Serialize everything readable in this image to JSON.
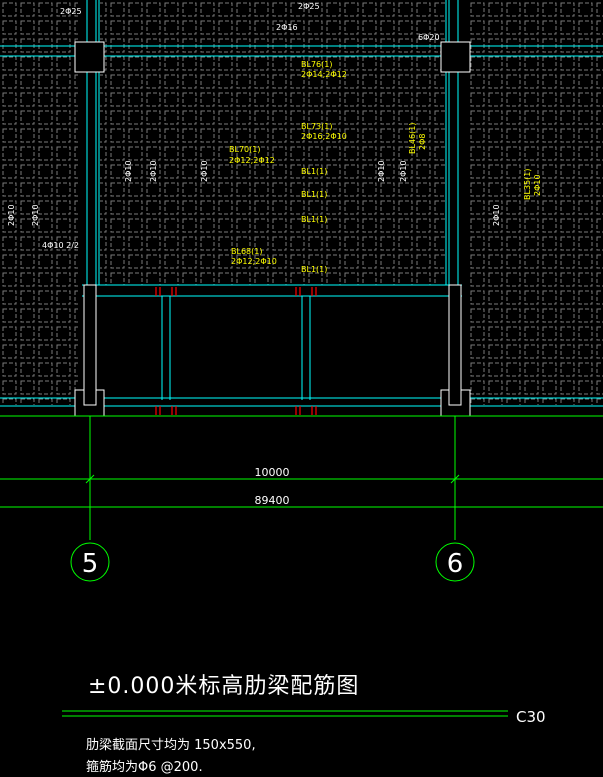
{
  "drawing": {
    "title": "±0.000米标高肋梁配筋图",
    "concrete_grade": "C30",
    "notes": [
      "肋梁截面尺寸均为 150x550,",
      "箍筋均为Φ6 @200."
    ],
    "colors": {
      "background": "#000000",
      "grid_line": "#00ff00",
      "beam_line": "#00ffff",
      "mesh": "#808080",
      "label": "#ffff00",
      "text": "#ffffff",
      "rebar_mark": "#ff0000"
    },
    "grid_axes": [
      {
        "id": "axis-5",
        "label": "5"
      },
      {
        "id": "axis-6",
        "label": "6"
      }
    ],
    "dimensions": {
      "span": "10000",
      "total": "89400"
    },
    "rebar_labels": {
      "top_1": "2Φ25",
      "top_2": "2Φ16",
      "top_3": "6Φ20",
      "bl76_name": "BL76(1)",
      "bl76_bars": "2Φ14;2Φ12",
      "bl73_name": "BL73(1)",
      "bl73_bars": "2Φ16;2Φ10",
      "bl70_name": "BL70(1)",
      "bl70_bars": "2Φ12;2Φ12",
      "bl68_name": "BL68(1)",
      "bl68_bars": "2Φ12;2Φ10",
      "bl1_a": "BL1(1)",
      "bl1_b": "BL1(1)",
      "bl1_c": "BL1(1)",
      "bl1_d": "BL1(1)",
      "bl46_name": "BL46(1)",
      "bl46_bars": "2Φ8",
      "bl35_name": "BL35(1)",
      "bl35_bars": "2Φ10",
      "v_1": "2Φ10",
      "v_2": "2Φ10",
      "v_3": "2Φ10",
      "v_4": "2Φ10",
      "v_5": "2Φ10",
      "v_6": "2Φ10",
      "v_7": "2Φ10",
      "v_8": "2Φ10",
      "left_1": "4Φ10 2/2",
      "top_left": "2Φ25"
    }
  }
}
